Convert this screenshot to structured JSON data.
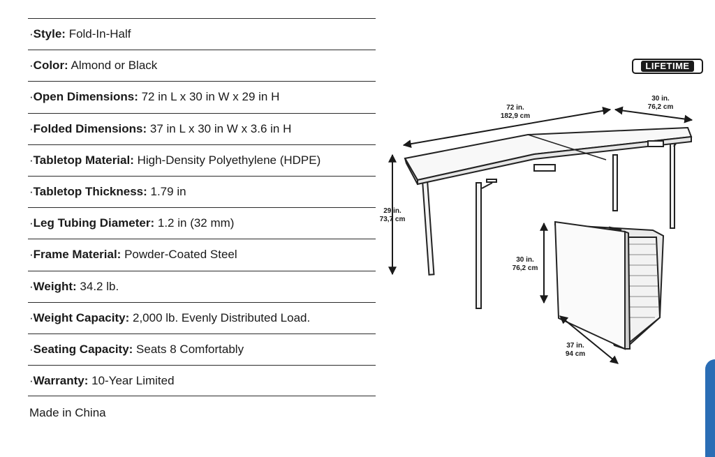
{
  "specs": [
    {
      "label": "Style:",
      "value": " Fold-In-Half"
    },
    {
      "label": "Color:",
      "value": " Almond or Black"
    },
    {
      "label": "Open Dimensions:",
      "value": " 72 in L x 30 in W x 29 in H"
    },
    {
      "label": "Folded Dimensions:",
      "value": " 37 in L x 30 in W x 3.6 in H"
    },
    {
      "label": "Tabletop Material:",
      "value": " High-Density Polyethylene (HDPE)"
    },
    {
      "label": "Tabletop Thickness:",
      "value": " 1.79 in"
    },
    {
      "label": "Leg Tubing Diameter:",
      "value": " 1.2 in (32 mm)"
    },
    {
      "label": "Frame Material:",
      "value": " Powder-Coated Steel"
    },
    {
      "label": "Weight:",
      "value": " 34.2 lb."
    },
    {
      "label": "Weight Capacity:",
      "value": " 2,000 lb. Evenly Distributed Load."
    },
    {
      "label": "Seating Capacity:",
      "value": " Seats 8 Comfortably"
    },
    {
      "label": "Warranty:",
      "value": " 10-Year Limited"
    }
  ],
  "bullet": "· ",
  "footer": "Made in China",
  "logo": "LIFETIME",
  "dimensions": {
    "length_in": "72 in.",
    "length_cm": "182,9 cm",
    "width_in": "30 in.",
    "width_cm": "76,2 cm",
    "height_in": "29 in.",
    "height_cm": "73,7 cm",
    "folded_h_in": "30 in.",
    "folded_h_cm": "76,2 cm",
    "folded_l_in": "37 in.",
    "folded_l_cm": "94 cm"
  },
  "colors": {
    "accent": "#2a6db5",
    "line": "#2a2a2a"
  }
}
